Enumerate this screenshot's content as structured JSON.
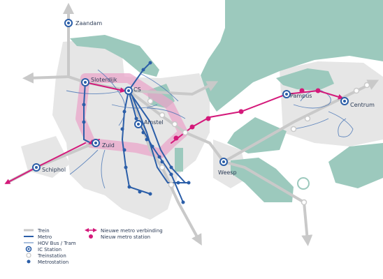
{
  "colors": {
    "water": "#9cc9bd",
    "land": "#e6e6e6",
    "rail": "#c9c9c9",
    "metro": "#2b5ea8",
    "bus": "#3f6fb3",
    "new_metro": "#d4197a",
    "ring": "#e9a6c9",
    "text": "#2a3a55"
  },
  "stations": {
    "zaandam": "Zaandam",
    "sloterdijk": "Sloterdijk",
    "cs": "CS",
    "amstel": "Amstel",
    "zuid": "Zuid",
    "schiphol": "Schiphol",
    "weesp": "Weesp",
    "pampus": "Pampus",
    "centrum": "Centrum"
  },
  "legend": [
    {
      "id": "trein",
      "label": "Trein",
      "symbol": "rail-line"
    },
    {
      "id": "metro",
      "label": "Metro",
      "symbol": "metro-line"
    },
    {
      "id": "hov",
      "label": "HOV Bus / Tram",
      "symbol": "bus-line"
    },
    {
      "id": "ic",
      "label": "IC Station",
      "symbol": "ic-station"
    },
    {
      "id": "trein-station",
      "label": "Treinstation",
      "symbol": "train-station"
    },
    {
      "id": "metrostation",
      "label": "Metrostation",
      "symbol": "metro-station"
    },
    {
      "id": "nieuwe-verbinding",
      "label": "Nieuwe metro verbinding",
      "symbol": "new-metro-line"
    },
    {
      "id": "nieuw-station",
      "label": "Nieuw metro station",
      "symbol": "new-metro-station"
    }
  ]
}
